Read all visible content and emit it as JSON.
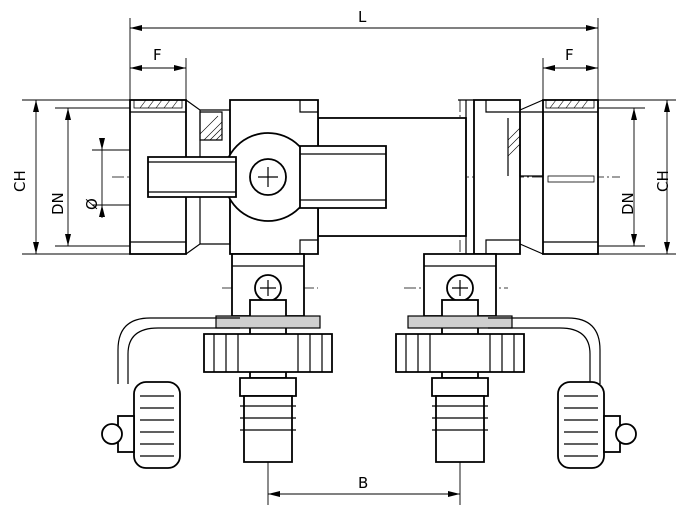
{
  "diagram": {
    "labels": {
      "length": "L",
      "flange_left": "F",
      "flange_right": "F",
      "hex_left": "CH",
      "hex_right": "CH",
      "dn_left": "DN",
      "dn_right": "DN",
      "bore": "Ø",
      "outlet_spacing": "B"
    }
  }
}
